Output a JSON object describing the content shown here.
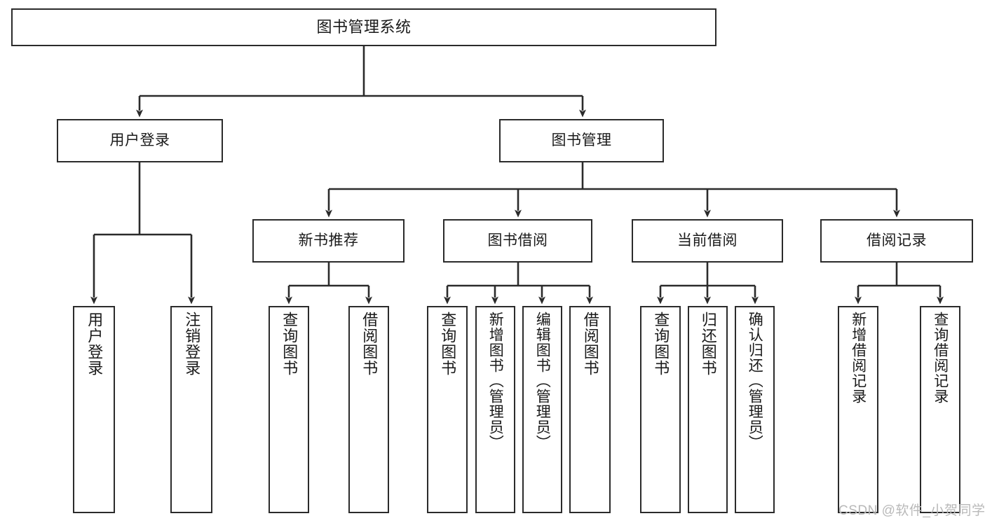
{
  "diagram": {
    "title": "图书管理系统",
    "type": "tree",
    "colors": {
      "stroke": "#2b2b2b",
      "fill": "#ffffff",
      "text": "#1a1a1a",
      "watermark": "#b9b9b9"
    },
    "watermark": "CSDN @软件_小贺同学",
    "nodes": {
      "root": "图书管理系统",
      "level2": {
        "user_login": "用户登录",
        "book_manage": "图书管理"
      },
      "level3": {
        "new_book_rec": "新书推荐",
        "book_borrow": "图书借阅",
        "current_borrow": "当前借阅",
        "borrow_record": "借阅记录"
      },
      "leaves": {
        "user_login_1": "用户登录",
        "user_login_2": "注销登录",
        "new_book_rec_1": "查询图书",
        "new_book_rec_2": "借阅图书",
        "book_borrow_1": "查询图书",
        "book_borrow_2": "新增图书（管理员）",
        "book_borrow_3": "编辑图书（管理员）",
        "book_borrow_4": "借阅图书",
        "current_borrow_1": "查询图书",
        "current_borrow_2": "归还图书",
        "current_borrow_3": "确认归还（管理员）",
        "borrow_record_1": "新增借阅记录",
        "borrow_record_2": "查询借阅记录"
      }
    }
  }
}
